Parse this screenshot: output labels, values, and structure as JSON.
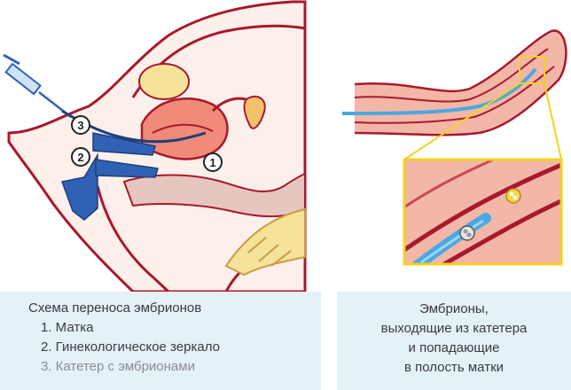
{
  "left_panel": {
    "caption_title": "Схема переноса эмбрионов",
    "legend": [
      {
        "label": "1. Матка",
        "color": "#555555"
      },
      {
        "label": "2. Гинекологическое зеркало",
        "color": "#555555"
      },
      {
        "label": "3. Катетер с эмбрионами",
        "color": "#8c8c8c"
      }
    ],
    "markers": [
      "1",
      "2",
      "3"
    ]
  },
  "right_panel": {
    "caption_lines": [
      "Эмбрионы,",
      "выходящие из катетера",
      "и попадающие",
      "в полость матки"
    ]
  },
  "colors": {
    "caption_bg": "#e4f1f7",
    "tissue_outline": "#a8192e",
    "tissue_fill": "#fbe6de",
    "uterus_fill": "#ef8b78",
    "instrument_blue": "#2f62b5",
    "catheter_blue": "#4aa8e0",
    "zoom_frame": "#f3d222"
  }
}
